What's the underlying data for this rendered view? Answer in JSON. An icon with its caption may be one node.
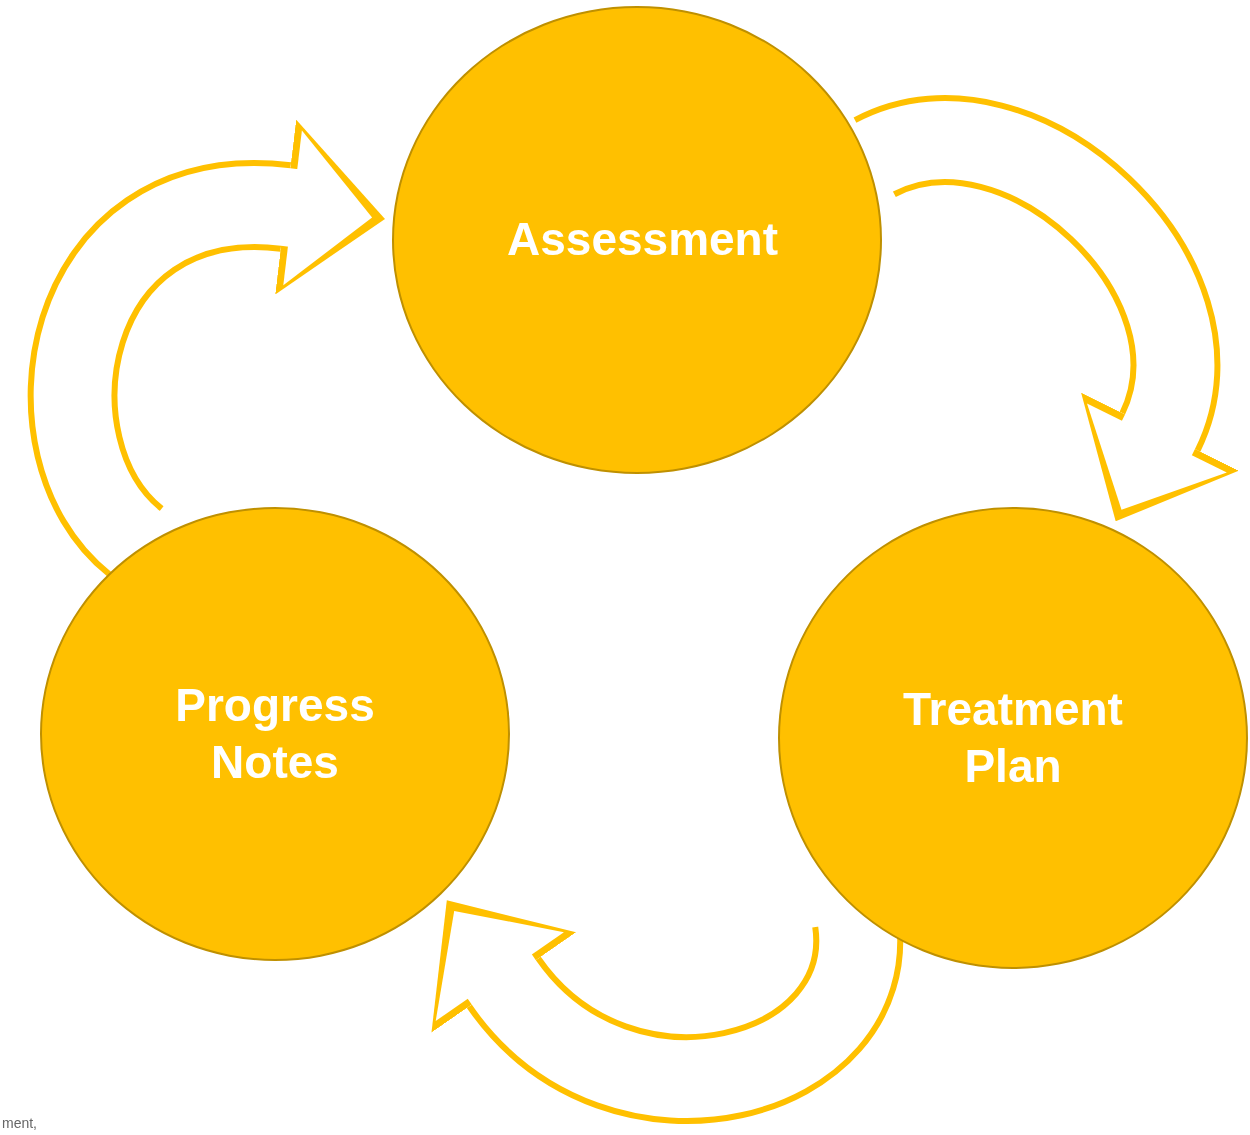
{
  "diagram": {
    "nodes": [
      {
        "text": [
          "Assessment"
        ]
      },
      {
        "text": [
          "Treatment Plan"
        ]
      },
      {
        "text": [
          "Progress Notes"
        ]
      }
    ],
    "edges": [
      {
        "from": 2,
        "to": 0,
        "arrow": "to"
      },
      {
        "from": 0,
        "to": 1,
        "arrow": "to"
      },
      {
        "from": 1,
        "to": 2,
        "arrow": "to"
      }
    ],
    "labels": [
      "ment,"
    ]
  }
}
